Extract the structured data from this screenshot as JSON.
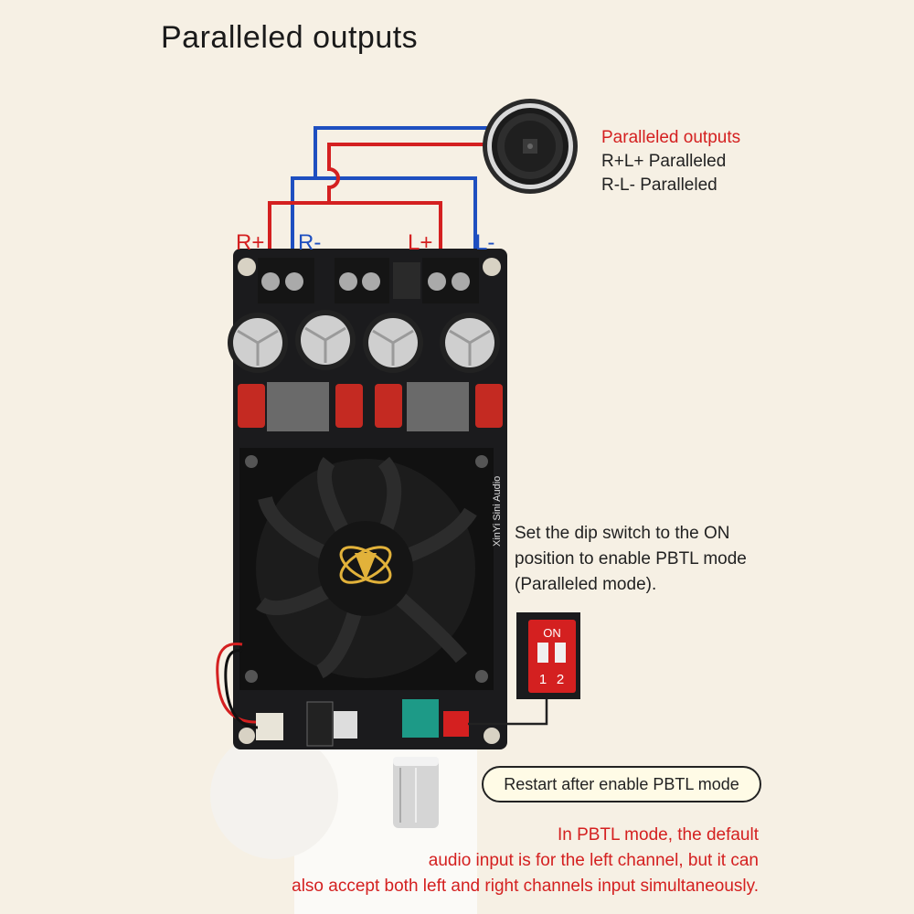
{
  "title": "Paralleled outputs",
  "terminals": {
    "r_plus": "R+",
    "r_minus": "R-",
    "l_plus": "L+",
    "l_minus": "L-"
  },
  "speaker_caption": {
    "heading": "Paralleled outputs",
    "line1": "R+L+ Paralleled",
    "line2": "R-L- Paralleled"
  },
  "dip_caption": {
    "line1": "Set the dip switch to the ON",
    "line2": "position to enable PBTL mode",
    "line3": "(Paralleled mode)."
  },
  "dip_switch": {
    "on_label": "ON",
    "pin1": "1",
    "pin2": "2"
  },
  "board": {
    "silk_brand": "XinYi Sini Audio"
  },
  "restart_note": "Restart after enable PBTL mode",
  "pbtl_note": {
    "line1": "In PBTL mode, the default",
    "line2": "audio input is for the left channel, but it can",
    "line3": "also accept both left and right channels input simultaneously."
  },
  "colors": {
    "positive": "#d42020",
    "negative": "#1e4fc0",
    "background": "#f6f0e4",
    "board": "#1b1b1d"
  }
}
